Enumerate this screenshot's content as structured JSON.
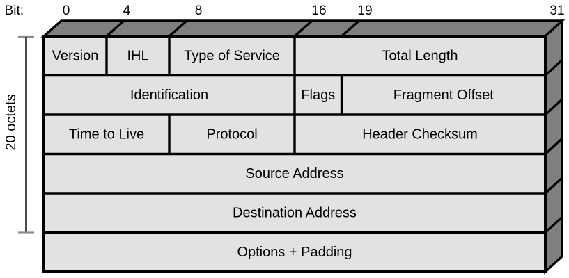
{
  "diagram": {
    "title_semantic": "IPv4 header format",
    "bit_axis": {
      "prefix": "Bit:",
      "labels": [
        "0",
        "4",
        "8",
        "16",
        "19",
        "31"
      ]
    },
    "bracket": {
      "label": "20 octets"
    },
    "rows": [
      {
        "cells": [
          {
            "label": "Version"
          },
          {
            "label": "IHL"
          },
          {
            "label": "Type of Service"
          },
          {
            "label": "Total Length"
          }
        ]
      },
      {
        "cells": [
          {
            "label": "Identification"
          },
          {
            "label": "Flags"
          },
          {
            "label": "Fragment Offset"
          }
        ]
      },
      {
        "cells": [
          {
            "label": "Time to Live"
          },
          {
            "label": "Protocol"
          },
          {
            "label": "Header Checksum"
          }
        ]
      },
      {
        "cells": [
          {
            "label": "Source Address"
          }
        ]
      },
      {
        "cells": [
          {
            "label": "Destination Address"
          }
        ]
      },
      {
        "cells": [
          {
            "label": "Options + Padding"
          }
        ]
      }
    ],
    "colors": {
      "cell_fill": "#e2e2e2",
      "band_fill": "#7f7f7f",
      "border": "#000000",
      "background": "#ffffff"
    }
  }
}
